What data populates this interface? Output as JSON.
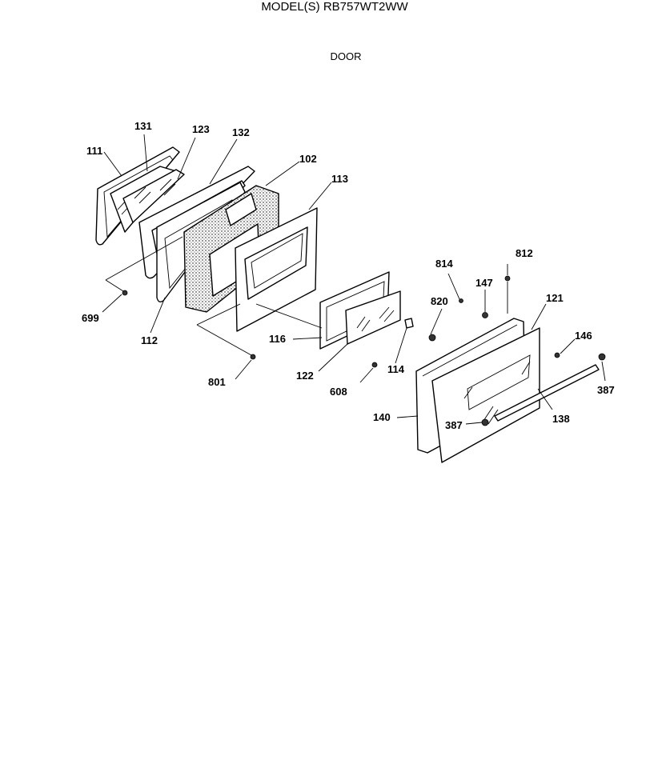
{
  "header": {
    "model": "MODEL(S) RB757WT2WW",
    "section": "DOOR"
  },
  "callouts": [
    {
      "id": "111",
      "label": "111"
    },
    {
      "id": "131",
      "label": "131"
    },
    {
      "id": "123",
      "label": "123"
    },
    {
      "id": "132",
      "label": "132"
    },
    {
      "id": "102",
      "label": "102"
    },
    {
      "id": "113",
      "label": "113"
    },
    {
      "id": "699",
      "label": "699"
    },
    {
      "id": "112",
      "label": "112"
    },
    {
      "id": "801",
      "label": "801"
    },
    {
      "id": "116",
      "label": "116"
    },
    {
      "id": "122",
      "label": "122"
    },
    {
      "id": "114",
      "label": "114"
    },
    {
      "id": "608",
      "label": "608"
    },
    {
      "id": "820",
      "label": "820"
    },
    {
      "id": "814",
      "label": "814"
    },
    {
      "id": "147",
      "label": "147"
    },
    {
      "id": "812",
      "label": "812"
    },
    {
      "id": "121",
      "label": "121"
    },
    {
      "id": "146",
      "label": "146"
    },
    {
      "id": "387a",
      "label": "387"
    },
    {
      "id": "140",
      "label": "140"
    },
    {
      "id": "387b",
      "label": "387"
    },
    {
      "id": "138",
      "label": "138"
    }
  ]
}
